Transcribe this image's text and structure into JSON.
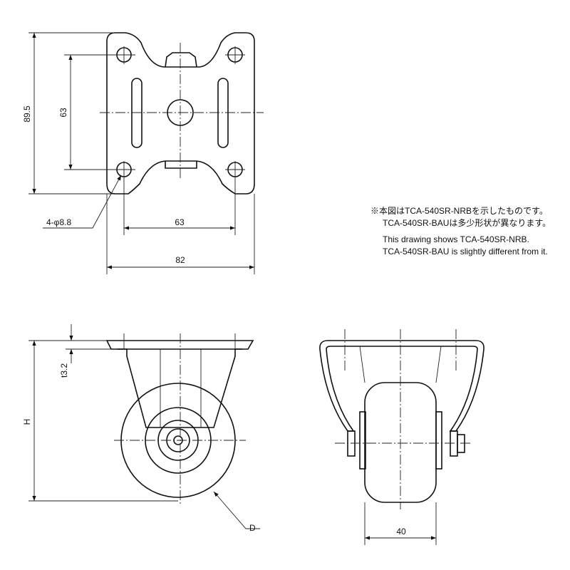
{
  "dimensions": {
    "plate_height": "89.5",
    "hole_pitch_vertical": "63",
    "hole_pitch_horizontal": "63",
    "plate_width": "82",
    "holes": "4-φ8.8",
    "plate_thickness": "t3.2",
    "overall_height": "H",
    "wheel_diameter": "D",
    "wheel_width": "40"
  },
  "note": {
    "jp_line1": "※本図はTCA-540SR-NRBを示したものです。",
    "jp_line2": "TCA-540SR-BAUは多少形状が異なります。",
    "en_line1": "This drawing shows TCA-540SR-NRB.",
    "en_line2": "TCA-540SR-BAU is slightly different from it."
  }
}
